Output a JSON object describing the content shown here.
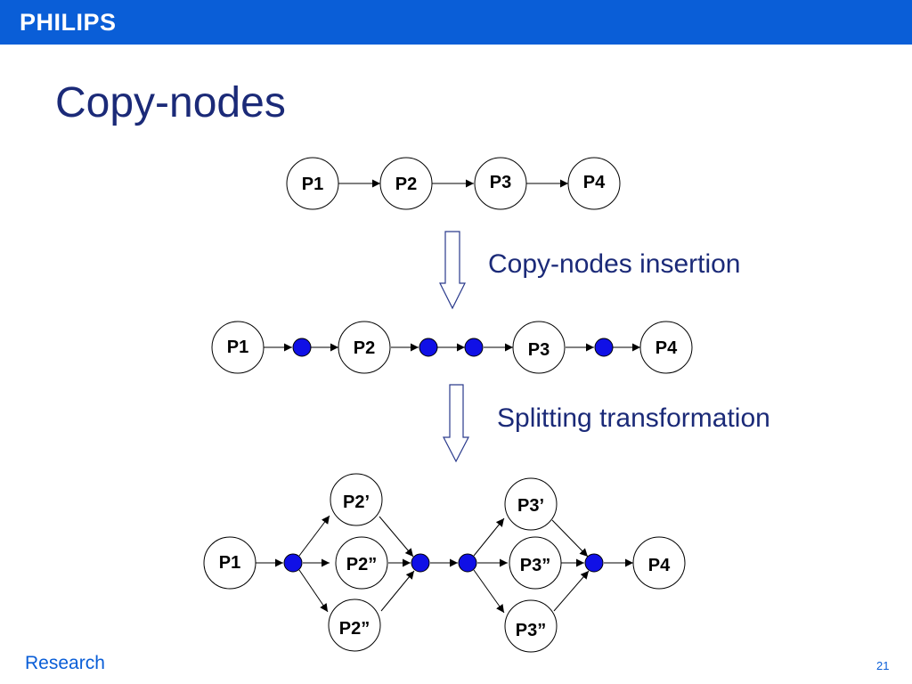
{
  "header": {
    "brand": "PHILIPS",
    "bar_color": "#0a5ed7"
  },
  "title": "Copy-nodes",
  "diagram": {
    "stage1": {
      "nodes": [
        "P1",
        "P2",
        "P3",
        "P4"
      ]
    },
    "step1_label": "Copy-nodes insertion",
    "stage2": {
      "nodes": [
        "P1",
        "P2",
        "P3",
        "P4"
      ],
      "copy_nodes": 4
    },
    "step2_label": "Splitting transformation",
    "stage3": {
      "nodes": [
        "P1",
        "P2’",
        "P2”",
        "P2”",
        "P3’",
        "P3”",
        "P3”",
        "P4"
      ],
      "copy_nodes": 4
    },
    "colors": {
      "copy_node": "#1010e6",
      "title": "#1b2a78"
    }
  },
  "footer": {
    "left": "Research",
    "page_number": "21"
  }
}
